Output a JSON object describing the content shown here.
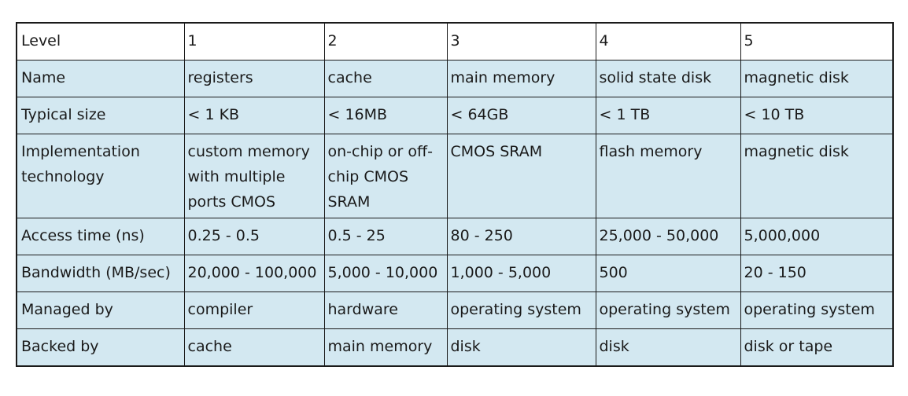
{
  "table": {
    "header": [
      "Level",
      "1",
      "2",
      "3",
      "4",
      "5"
    ],
    "rows": [
      [
        "Name",
        "registers",
        "cache",
        "main memory",
        "solid state disk",
        "magnetic disk"
      ],
      [
        "Typical size",
        "< 1 KB",
        "< 16MB",
        "< 64GB",
        "< 1 TB",
        "< 10 TB"
      ],
      [
        "Implementation technology",
        "custom memory with multiple ports CMOS",
        "on-chip or off-chip CMOS SRAM",
        "CMOS SRAM",
        "flash memory",
        "magnetic disk"
      ],
      [
        "Access time (ns)",
        "0.25 - 0.5",
        "0.5 - 25",
        "80 - 250",
        "25,000 - 50,000",
        "5,000,000"
      ],
      [
        "Bandwidth (MB/sec)",
        "20,000 - 100,000",
        "5,000 - 10,000",
        "1,000 - 5,000",
        "500",
        "20 - 150"
      ],
      [
        "Managed by",
        "compiler",
        "hardware",
        "operating system",
        "operating system",
        "operating system"
      ],
      [
        "Backed by",
        "cache",
        "main memory",
        "disk",
        "disk",
        "disk or tape"
      ]
    ]
  },
  "colors": {
    "header_bg": "#ffffff",
    "body_bg": "#d3e8f1",
    "border": "#1a1a1a"
  }
}
